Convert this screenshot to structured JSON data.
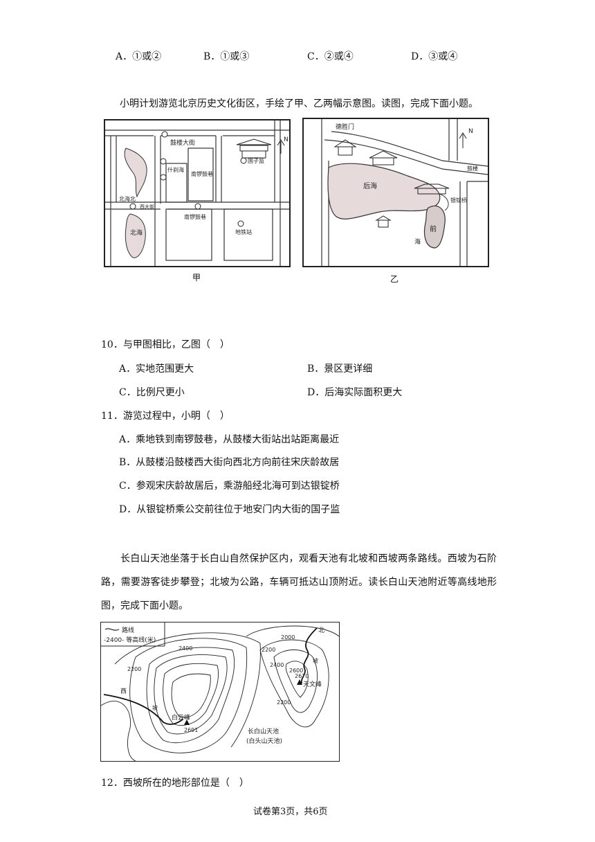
{
  "q9_options": {
    "A": "A．①或②",
    "B": "B．①或③",
    "C": "C．②或④",
    "D": "D．③或④"
  },
  "intro1": "小明计划游览北京历史文化街区，手绘了甲、乙两幅示意图。读图，完成下面小题。",
  "map_jia": {
    "caption": "甲",
    "labels": {
      "gulou": "鼓楼大街",
      "guozijian": "国子监",
      "shichahai": "什刹海",
      "nanluoguxiang": "南锣鼓巷",
      "beihaibei": "北海北",
      "beihai": "北海",
      "ditie": "地铁站",
      "nanluoguxiang2": "南锣鼓巷",
      "xi": "西大街",
      "north": "N"
    }
  },
  "map_yi": {
    "caption": "乙",
    "labels": {
      "deshengmen": "德胜门",
      "houhai": "后海",
      "qianhai": "前",
      "hai": "海",
      "yindingqiao": "银锭桥",
      "gulou": "鼓楼",
      "north": "N"
    }
  },
  "q10": {
    "stem": "10．与甲图相比，乙图（　）",
    "A": "A．实地范围更大",
    "B": "B．景区更详细",
    "C": "C．比例尺更小",
    "D": "D．后海实际面积更大"
  },
  "q11": {
    "stem": "11．游览过程中，小明（　）",
    "A": "A．乘地铁到南锣鼓巷，从鼓楼大街站出站距离最近",
    "B": "B．从鼓楼沿鼓楼西大街向西北方向前往宋庆龄故居",
    "C": "C．参观宋庆龄故居后，乘游船经北海可到达银锭桥",
    "D": "D．从银锭桥乘公交前往位于地安门内大街的国子监"
  },
  "intro2": "长白山天池坐落于长白山自然保护区内，观看天池有北坡和西坡两条路线。西坡为石阶路，需要游客徒步攀登；北坡为公路，车辆可抵达山顶附近。读长白山天池附近等高线地形图，完成下面小题。",
  "map_contour": {
    "legend_route": "路线",
    "legend_contour": "-2400- 等高线(米)",
    "c2400a": "2400",
    "c2200a": "2200",
    "c2000": "2000",
    "c2200b": "2200",
    "c2400b": "2400",
    "c2600": "2600",
    "c2670": "2670",
    "c2200c": "2200",
    "c2691": "2691",
    "tianwenfeng": "天文峰",
    "baiyunfeng": "白云峰",
    "tianchi": "长白山天池",
    "tianchi2": "(白头山天池)",
    "west": "西",
    "north": "北",
    "po1": "坡",
    "po2": "坡"
  },
  "q12": {
    "stem": "12．西坡所在的地形部位是（　）"
  },
  "footer": "试卷第3页，共6页"
}
